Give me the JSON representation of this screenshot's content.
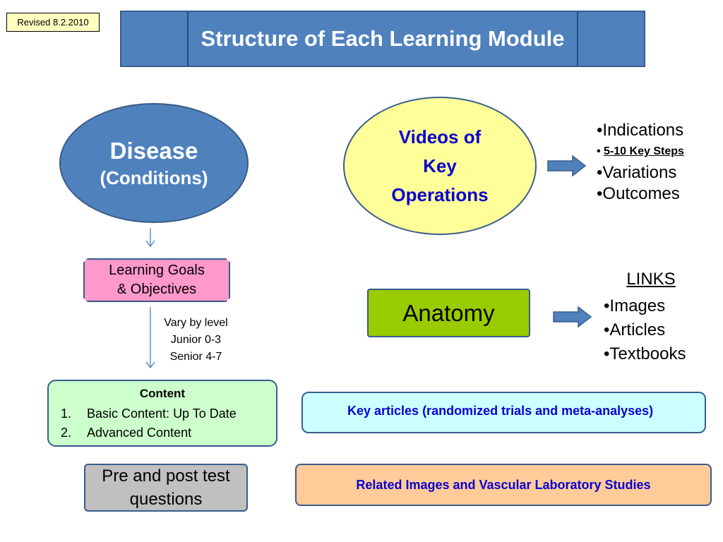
{
  "revised": "Revised 8.2.2010",
  "title": "Structure of Each Learning Module",
  "disease": {
    "line1": "Disease",
    "line2": "(Conditions)"
  },
  "videos": {
    "line1": "Videos of",
    "line2": "Key",
    "line3": "Operations"
  },
  "operations_list": [
    "Indications",
    "5-10 Key Steps",
    "Variations",
    "Outcomes"
  ],
  "learning_goals": {
    "line1": "Learning  Goals",
    "line2": "& Objectives"
  },
  "levels": {
    "line1": "Vary by level",
    "line2": "Junior 0-3",
    "line3": "Senior 4-7"
  },
  "anatomy": "Anatomy",
  "links": {
    "title": "LINKS",
    "items": [
      "Images",
      "Articles",
      "Textbooks"
    ]
  },
  "content": {
    "title": "Content",
    "items": [
      {
        "num": "1.",
        "text": "Basic Content: Up To Date"
      },
      {
        "num": "2.",
        "text": "Advanced Content"
      }
    ]
  },
  "key_articles": "Key articles (randomized trials and meta-analyses)",
  "pre_post_test": {
    "line1": "Pre and post test",
    "line2": "questions"
  },
  "related_images": "Related Images and Vascular Laboratory Studies",
  "colors": {
    "title_blue": "#4f81bd",
    "dark_blue_text": "#0a00d0",
    "videos_yellow": "#ffff99",
    "goals_pink": "#ff99cc",
    "anatomy_green": "#99cc00",
    "content_green": "#ccffcc",
    "key_articles_cyan": "#ccffff",
    "related_orange": "#ffcc99",
    "pretest_gray": "#c0c0c0"
  }
}
